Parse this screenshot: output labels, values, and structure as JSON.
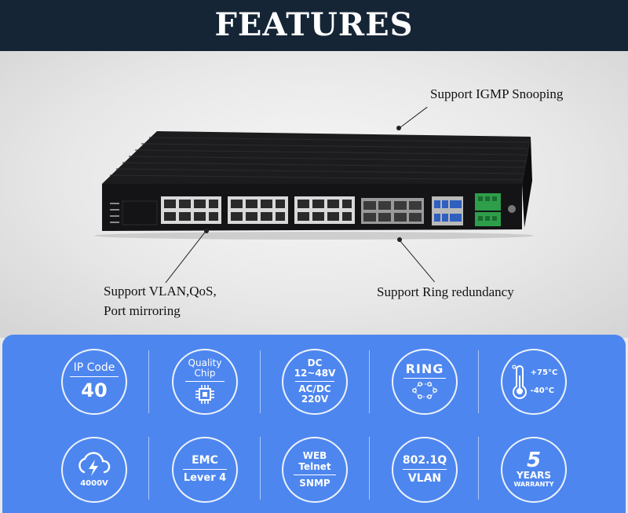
{
  "header": {
    "title": "FEATURES"
  },
  "callouts": {
    "igmp": "Support IGMP Snooping",
    "vlan_line1": "Support VLAN,QoS,",
    "vlan_line2": "Port mirroring",
    "ring": "Support Ring redundancy"
  },
  "features": {
    "ip_code": {
      "label": "IP Code",
      "value": "40"
    },
    "quality_chip": {
      "line1": "Quality",
      "line2": "Chip",
      "icon": "chip-icon"
    },
    "power": {
      "dc_label": "DC",
      "dc_range": "12~48V",
      "ac_label": "AC/DC",
      "ac_value": "220V"
    },
    "ring": {
      "label": "RING",
      "icon": "ring-nodes-icon"
    },
    "temperature": {
      "high": "+75°C",
      "low": "-40°C",
      "icon": "thermometer-icon"
    },
    "surge": {
      "value": "4000V",
      "icon": "lightning-cloud-icon"
    },
    "emc": {
      "label": "EMC",
      "level": "Lever 4"
    },
    "management": {
      "line1": "WEB",
      "line2": "Telnet",
      "line3": "SNMP"
    },
    "vlan": {
      "standard": "802.1Q",
      "label": "VLAN"
    },
    "warranty": {
      "number": "5",
      "line1": "YEARS",
      "line2": "WARRANTY"
    }
  },
  "colors": {
    "banner": "#152536",
    "panel": "#4d86ef",
    "device": "#1b1b1d",
    "terminal": "#2e9e4a"
  }
}
